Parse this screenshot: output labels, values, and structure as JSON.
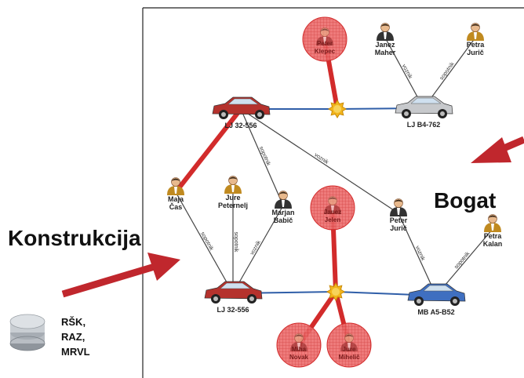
{
  "colors": {
    "highlight": "#d22b2b",
    "connector": "#2f5ea8",
    "arrow": "#c0272d",
    "link": "#444444",
    "frame": "#222222"
  },
  "headings": {
    "left": "Konstrukcija",
    "right": "Bogat"
  },
  "database": {
    "icon": "database-icon",
    "lines": [
      "RŠK,",
      "RAZ,",
      "MRVL"
    ]
  },
  "cars": [
    {
      "id": "car_lj32_top",
      "label": "LJ 32-556",
      "color": "#b5322d"
    },
    {
      "id": "car_lj_b4",
      "label": "LJ B4-762",
      "color": "#c7c9cc"
    },
    {
      "id": "car_lj32_bottom",
      "label": "LJ 32-556",
      "color": "#b5322d"
    },
    {
      "id": "car_mb_a5",
      "label": "MB A5-B52",
      "color": "#3f6fc0"
    }
  ],
  "people": [
    {
      "id": "janez_maher",
      "lines": [
        "Janez",
        "Maher"
      ],
      "suit": "#333333",
      "highlighted": false
    },
    {
      "id": "petra_juric",
      "lines": [
        "Petra",
        "Jurič"
      ],
      "suit": "#c08a20",
      "highlighted": false
    },
    {
      "id": "peter_klepec",
      "lines": [
        "Peter",
        "Klepec"
      ],
      "suit": "#8b2323",
      "highlighted": true
    },
    {
      "id": "maja_cas",
      "lines": [
        "Maja",
        "Čas"
      ],
      "suit": "#c08a20",
      "highlighted": false
    },
    {
      "id": "jure_peternelj",
      "lines": [
        "Jure",
        "Peternelj"
      ],
      "suit": "#c08a20",
      "highlighted": false
    },
    {
      "id": "marjan_babic",
      "lines": [
        "Marjan",
        "Babič"
      ],
      "suit": "#333333",
      "highlighted": false
    },
    {
      "id": "janez_jelen",
      "lines": [
        "Janez",
        "Jelen"
      ],
      "suit": "#8b2323",
      "highlighted": true
    },
    {
      "id": "peter_juric",
      "lines": [
        "Peter",
        "Jurič"
      ],
      "suit": "#333333",
      "highlighted": false
    },
    {
      "id": "petra_kalan",
      "lines": [
        "Petra",
        "Kalan"
      ],
      "suit": "#c08a20",
      "highlighted": false
    },
    {
      "id": "miha_novak",
      "lines": [
        "Miha",
        "Novak"
      ],
      "suit": "#8b2323",
      "highlighted": true
    },
    {
      "id": "jure_mihelic",
      "lines": [
        "Jure",
        "Mihelič"
      ],
      "suit": "#8b2323",
      "highlighted": true
    }
  ],
  "hubs": [
    {
      "id": "hub_top",
      "icon": "accident-star-icon"
    },
    {
      "id": "hub_bottom",
      "icon": "accident-star-icon"
    }
  ],
  "edges": [
    {
      "from": "car_lj32_top",
      "to": "maja_cas",
      "label": "",
      "highlighted": true
    },
    {
      "from": "peter_klepec",
      "to": "hub_top",
      "label": "",
      "highlighted": true
    },
    {
      "from": "janez_jelen",
      "to": "hub_bottom",
      "label": "",
      "highlighted": true
    },
    {
      "from": "hub_bottom",
      "to": "miha_novak",
      "label": "",
      "highlighted": true
    },
    {
      "from": "hub_bottom",
      "to": "jure_mihelic",
      "label": "",
      "highlighted": true
    },
    {
      "from": "car_lj32_top",
      "to": "hub_top",
      "label": "",
      "connector": true
    },
    {
      "from": "hub_top",
      "to": "car_lj_b4",
      "label": "",
      "connector": true
    },
    {
      "from": "car_lj32_bottom",
      "to": "hub_bottom",
      "label": "",
      "connector": true
    },
    {
      "from": "hub_bottom",
      "to": "car_mb_a5",
      "label": "",
      "connector": true
    },
    {
      "from": "janez_maher",
      "to": "car_lj_b4",
      "label": "voznik"
    },
    {
      "from": "petra_juric",
      "to": "car_lj_b4",
      "label": "sopotnik"
    },
    {
      "from": "car_lj32_top",
      "to": "marjan_babic",
      "label": "sopotnik"
    },
    {
      "from": "car_lj32_top",
      "to": "peter_juric",
      "label": "voznik"
    },
    {
      "from": "maja_cas",
      "to": "car_lj32_bottom",
      "label": "sopotnik"
    },
    {
      "from": "jure_peternelj",
      "to": "car_lj32_bottom",
      "label": "sopotnik"
    },
    {
      "from": "marjan_babic",
      "to": "car_lj32_bottom",
      "label": "voznik"
    },
    {
      "from": "peter_juric",
      "to": "car_mb_a5",
      "label": "voznik"
    },
    {
      "from": "petra_kalan",
      "to": "car_mb_a5",
      "label": "sopotnik"
    }
  ]
}
